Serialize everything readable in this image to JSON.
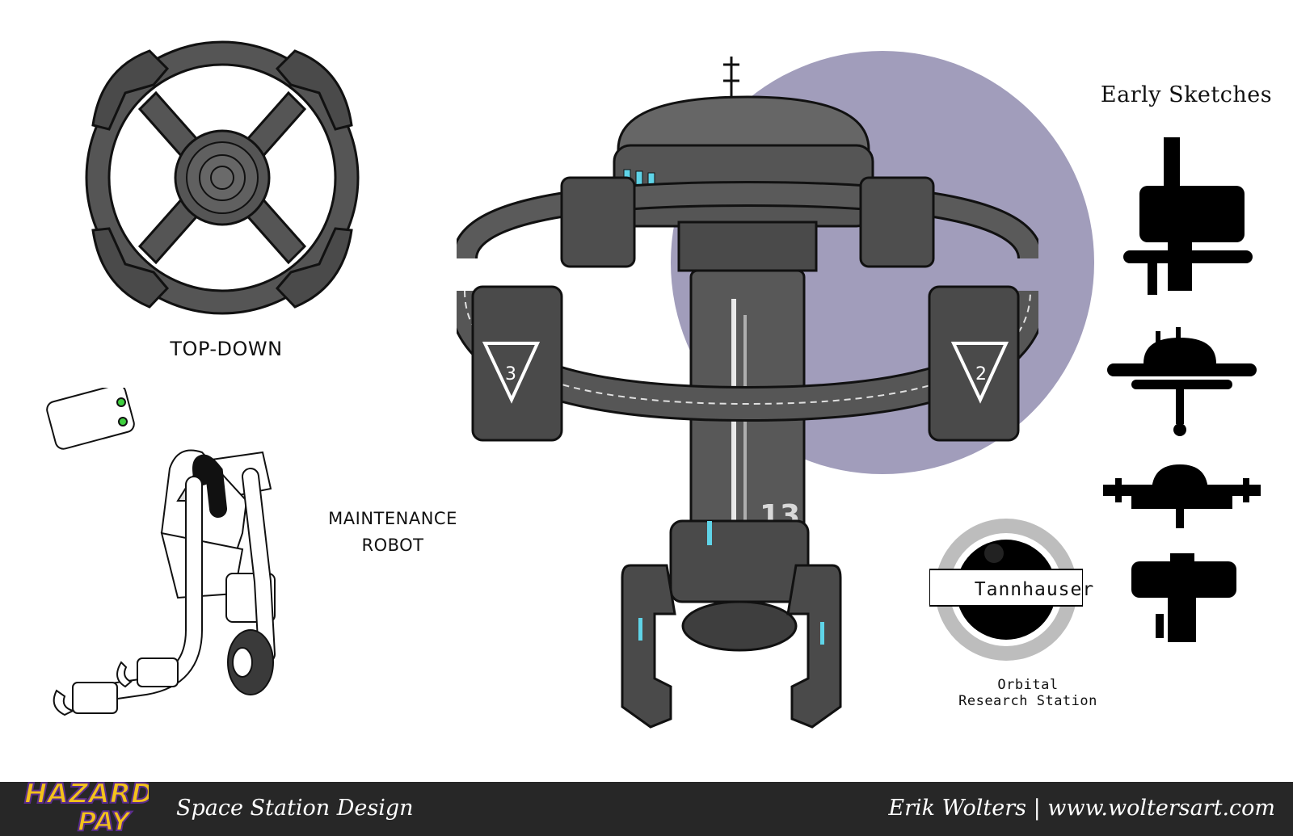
{
  "labels": {
    "top_down": "TOP-DOWN",
    "robot_line1": "MAINTENANCE",
    "robot_line2": "ROBOT",
    "early_sketches": "Early Sketches"
  },
  "station_logo": {
    "name": "Tannhauser",
    "subtitle_line1": "Orbital",
    "subtitle_line2": "Research Station"
  },
  "station_markings": {
    "module_left": "3",
    "module_right": "2",
    "core_number": "13"
  },
  "footer": {
    "brand_line1": "HAZARD",
    "brand_line2": "PAY",
    "title": "Space Station Design",
    "credit": "Erik Wolters | www.woltersart.com"
  },
  "colors": {
    "hull": "#585858",
    "hull_dark": "#3e3e3e",
    "planet": "#a19dbb",
    "accent_light": "#5fd4e8",
    "footer_bg": "#272727",
    "brand_yellow": "#f3c21b",
    "brand_purple": "#5b2d8e"
  }
}
